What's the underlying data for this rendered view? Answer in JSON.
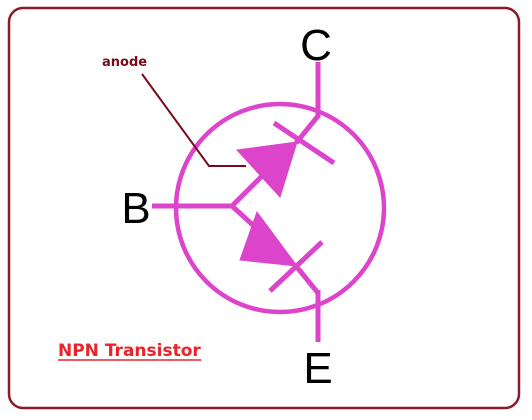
{
  "title": "NPN Transistor",
  "annotation": "anode",
  "terminals": {
    "collector": "C",
    "base": "B",
    "emitter": "E"
  },
  "colors": {
    "frame": "#8b1a2b",
    "symbol": "#dd44cc",
    "annotation": "#7a0a1a",
    "caption": "#e8242a",
    "terminal_text": "#000000"
  }
}
